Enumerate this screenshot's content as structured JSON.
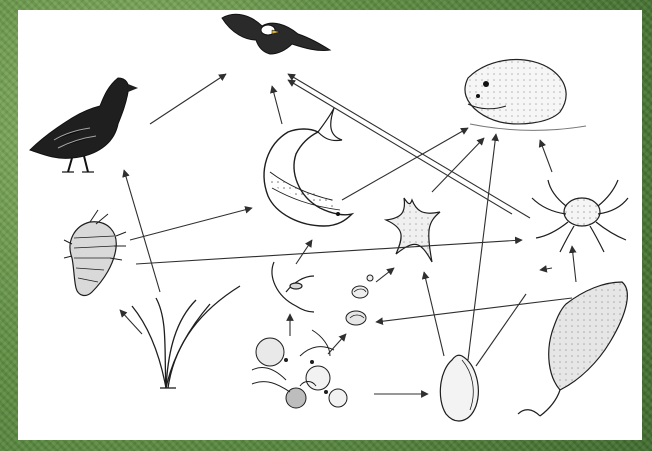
{
  "colors": {
    "background_green": "#5f8f43",
    "panel": "#ffffff",
    "arrow": "#2f2f2f",
    "ink": "#1e1e1e"
  },
  "organisms": [
    {
      "id": "eagle",
      "icon": "eagle-icon"
    },
    {
      "id": "goose",
      "icon": "goose-icon"
    },
    {
      "id": "seal",
      "icon": "seal-icon"
    },
    {
      "id": "salmon",
      "icon": "salmon-icon"
    },
    {
      "id": "isopod",
      "icon": "isopod-icon"
    },
    {
      "id": "starfish",
      "icon": "starfish-icon"
    },
    {
      "id": "crab",
      "icon": "crab-icon"
    },
    {
      "id": "seagrass",
      "icon": "seagrass-icon"
    },
    {
      "id": "small-shrimp",
      "icon": "shrimp-icon"
    },
    {
      "id": "snails",
      "icon": "snail-icon"
    },
    {
      "id": "plankton",
      "icon": "plankton-icon"
    },
    {
      "id": "clam",
      "icon": "clam-icon"
    },
    {
      "id": "kelp",
      "icon": "kelp-icon"
    }
  ]
}
